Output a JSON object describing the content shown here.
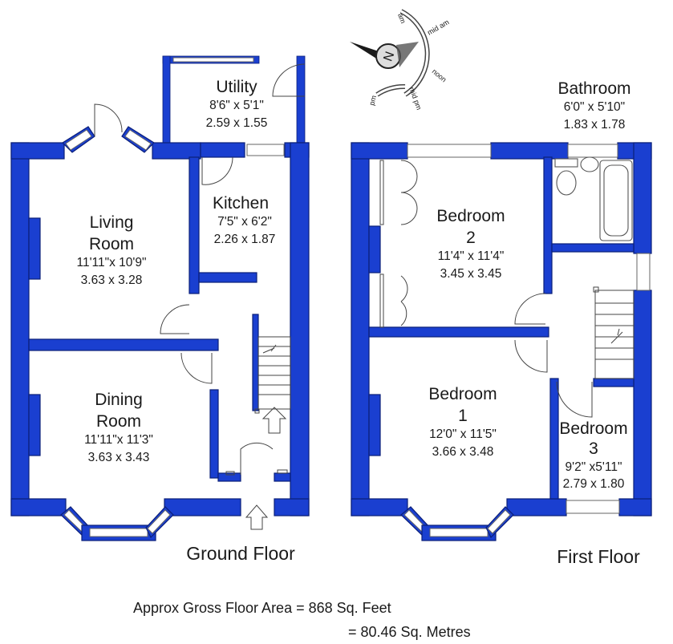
{
  "floors": {
    "ground": {
      "title": "Ground Floor"
    },
    "first": {
      "title": "First Floor"
    }
  },
  "rooms": {
    "utility": {
      "name": "Utility",
      "dim_imperial": "8'6\"  x  5'1\"",
      "dim_metric": "2.59  x  1.55"
    },
    "kitchen": {
      "name": "Kitchen",
      "dim_imperial": "7'5\"  x  6'2\"",
      "dim_metric": "2.26  x  1.87"
    },
    "living": {
      "name_line1": "Living",
      "name_line2": "Room",
      "dim_imperial": "11'11\"x 10'9\"",
      "dim_metric": "3.63  x  3.28"
    },
    "dining": {
      "name_line1": "Dining",
      "name_line2": "Room",
      "dim_imperial": "11'11\"x 11'3\"",
      "dim_metric": "3.63  x  3.43"
    },
    "bathroom": {
      "name": "Bathroom",
      "dim_imperial": "6'0\"  x  5'10\"",
      "dim_metric": "1.83  x  1.78"
    },
    "bedroom2": {
      "name_line1": "Bedroom",
      "name_line2": "2",
      "dim_imperial": "11'4\"  x  11'4\"",
      "dim_metric": "3.45  x  3.45"
    },
    "bedroom1": {
      "name_line1": "Bedroom",
      "name_line2": "1",
      "dim_imperial": "12'0\"  x  11'5\"",
      "dim_metric": "3.66  x  3.48"
    },
    "bedroom3": {
      "name_line1": "Bedroom",
      "name_line2": "3",
      "dim_imperial": "9'2\"  x5'11\"",
      "dim_metric": "2.79 x 1.80"
    }
  },
  "compass": {
    "north_letter": "N",
    "labels": {
      "am": "am",
      "mid_am": "mid am",
      "noon": "noon",
      "mid_pm": "mid pm",
      "pm": "pm"
    }
  },
  "area": {
    "line1": "Approx Gross Floor Area  =  868  Sq. Feet",
    "line2": "=  80.46  Sq. Metres"
  },
  "colors": {
    "wall": "#1a3fd0",
    "wall_edge": "#0b1f78",
    "text": "#1a1a1a"
  }
}
